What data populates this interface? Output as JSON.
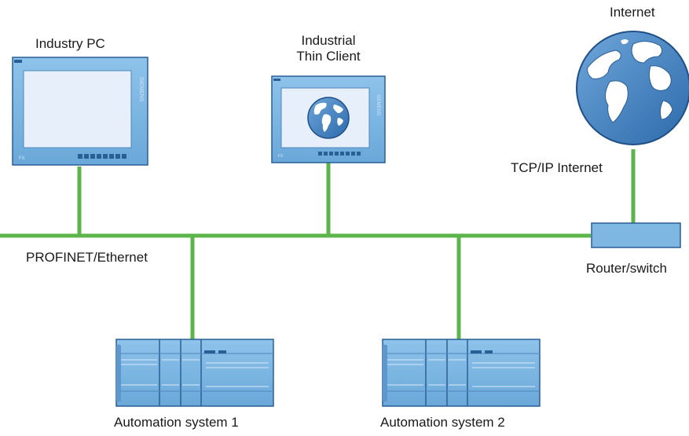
{
  "labels": {
    "industry_pc": "Industry PC",
    "thin_client_line1": "Industrial",
    "thin_client_line2": "Thin Client",
    "internet": "Internet",
    "tcpip": "TCP/IP Internet",
    "profinet": "PROFINET/Ethernet",
    "router": "Router/switch",
    "automation_1": "Automation system 1",
    "automation_2": "Automation system 2"
  },
  "device_text": {
    "brand": "SIEMENS",
    "model": "FX"
  },
  "colors": {
    "network_line": "#5cb54a",
    "device_fill": "#7fb7e3",
    "device_stroke": "#2a5f96",
    "screen_fill": "#e6effa",
    "globe_ocean": "#3d7fc1",
    "globe_land": "#ffffff"
  },
  "icons": [
    "industry-pc-icon",
    "thin-client-icon",
    "globe-icon",
    "router-switch-icon",
    "plc-icon"
  ]
}
